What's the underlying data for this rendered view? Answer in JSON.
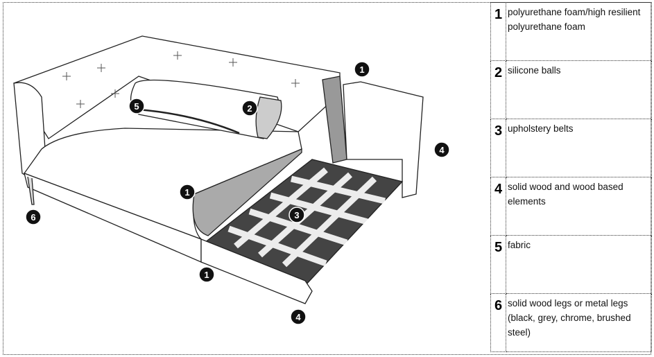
{
  "legend": [
    {
      "num": "1",
      "text": "polyurethane foam/high resilient polyurethane foam"
    },
    {
      "num": "2",
      "text": "silicone balls"
    },
    {
      "num": "3",
      "text": "upholstery belts"
    },
    {
      "num": "4",
      "text": " solid wood and wood based elements"
    },
    {
      "num": "5",
      "text": "fabric"
    },
    {
      "num": "6",
      "text": " solid wood legs or metal legs (black, grey, chrome, brushed steel)"
    }
  ],
  "markers": [
    "1",
    "2",
    "5",
    "1",
    "3",
    "4",
    "6",
    "1",
    "4"
  ]
}
